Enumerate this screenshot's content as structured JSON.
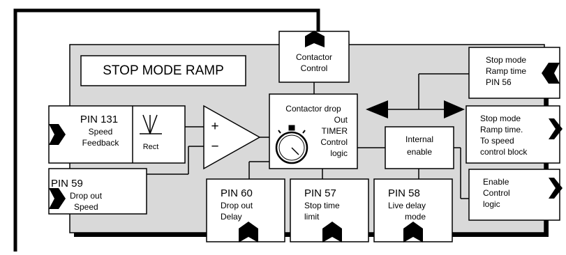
{
  "title": "STOP MODE RAMP",
  "blocks": {
    "contactor_control": {
      "line1": "Contactor",
      "line2": "Control"
    },
    "pin131": {
      "pin": "PIN 131",
      "line1": "Speed",
      "line2": "Feedback"
    },
    "rect": {
      "label": "Rect"
    },
    "comparator": {
      "plus": "+",
      "minus": "−"
    },
    "timer": {
      "line1": "Contactor drop",
      "line2": "Out",
      "line3": "TIMER",
      "line4": "Control",
      "line5": "logic"
    },
    "internal_enable": {
      "line1": "Internal",
      "line2": "enable"
    },
    "pin59": {
      "pin": "PIN 59",
      "line1": "Drop out",
      "line2": "Speed"
    },
    "pin60": {
      "pin": "PIN 60",
      "line1": "Drop out",
      "line2": "Delay"
    },
    "pin57": {
      "pin": "PIN 57",
      "line1": "Stop time",
      "line2": "limit"
    },
    "pin58": {
      "pin": "PIN 58",
      "line1": "Live delay",
      "line2": "mode"
    },
    "stop_ramp_time_pin56": {
      "line1": "Stop mode",
      "line2": "Ramp time",
      "line3": "PIN 56"
    },
    "stop_ramp_time_out": {
      "line1": "Stop mode",
      "line2": "Ramp time.",
      "line3": "To speed",
      "line4": "control block"
    },
    "enable_control_logic": {
      "line1": "Enable",
      "line2": "Control",
      "line3": "logic"
    }
  },
  "colors": {
    "panel": "#d9d9d9",
    "box": "#ffffff",
    "line": "#000000"
  },
  "icons": [
    "port-arrow-icon",
    "double-arrow-icon",
    "stopwatch-icon",
    "rectifier-icon"
  ]
}
